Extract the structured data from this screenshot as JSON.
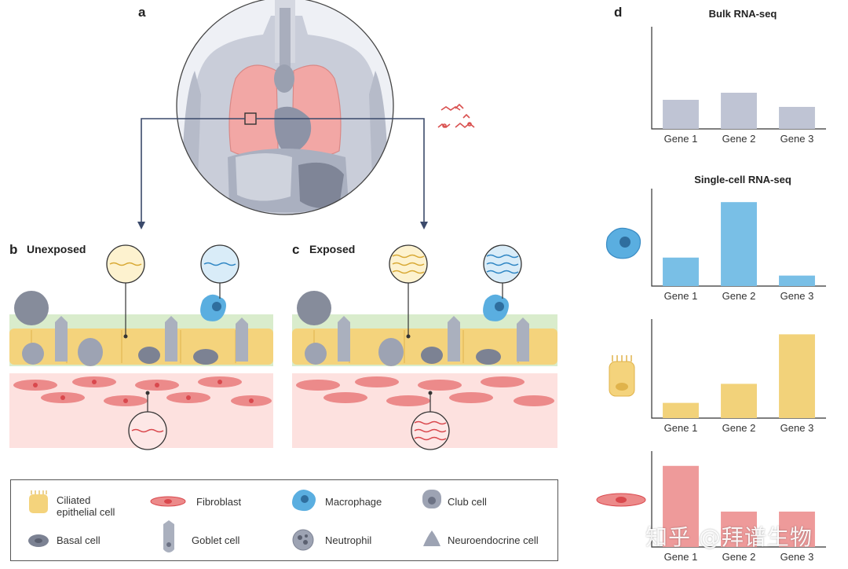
{
  "panels": {
    "a": "a",
    "b": {
      "letter": "b",
      "title": "Unexposed"
    },
    "c": {
      "letter": "c",
      "title": "Exposed"
    },
    "d": "d"
  },
  "chart_data": [
    {
      "type": "bar",
      "title": "Bulk RNA-seq",
      "categories": [
        "Gene 1",
        "Gene 2",
        "Gene 3"
      ],
      "values": [
        37,
        46,
        28
      ],
      "ylim": [
        0,
        130
      ],
      "color": "#bfc4d4"
    },
    {
      "type": "bar",
      "title": "Single-cell RNA-seq",
      "categories": [
        "Gene 1",
        "Gene 2",
        "Gene 3"
      ],
      "values": [
        38,
        112,
        14
      ],
      "ylim": [
        0,
        130
      ],
      "color": "#79bfe6",
      "cell_icon": "macrophage-icon"
    },
    {
      "type": "bar",
      "title": "",
      "categories": [
        "Gene 1",
        "Gene 2",
        "Gene 3"
      ],
      "values": [
        20,
        45,
        110
      ],
      "ylim": [
        0,
        130
      ],
      "color": "#f2d27a",
      "cell_icon": "ciliated-cell-icon"
    },
    {
      "type": "bar",
      "title": "",
      "categories": [
        "Gene 1",
        "Gene 2",
        "Gene 3"
      ],
      "values": [
        110,
        48,
        48
      ],
      "ylim": [
        0,
        130
      ],
      "color": "#ee9a9a",
      "cell_icon": "fibroblast-icon"
    }
  ],
  "legend": [
    {
      "label": "Ciliated\nepithelial cell",
      "icon": "ciliated-cell-icon"
    },
    {
      "label": "Fibroblast",
      "icon": "fibroblast-icon"
    },
    {
      "label": "Macrophage",
      "icon": "macrophage-icon"
    },
    {
      "label": "Club cell",
      "icon": "club-cell-icon"
    },
    {
      "label": "Basal cell",
      "icon": "basal-cell-icon"
    },
    {
      "label": "Goblet cell",
      "icon": "goblet-cell-icon"
    },
    {
      "label": "Neutrophil",
      "icon": "neutrophil-icon"
    },
    {
      "label": "Neuroendocrine cell",
      "icon": "neuroendocrine-cell-icon"
    }
  ],
  "watermark": "知乎 @拜谱生物",
  "colors": {
    "epithelium": "#f4d37c",
    "fibroblast": "#e8595e",
    "macrophage": "#5aaee0",
    "grey_cell": "#9da3b3",
    "lung": "#f2a7a5"
  }
}
